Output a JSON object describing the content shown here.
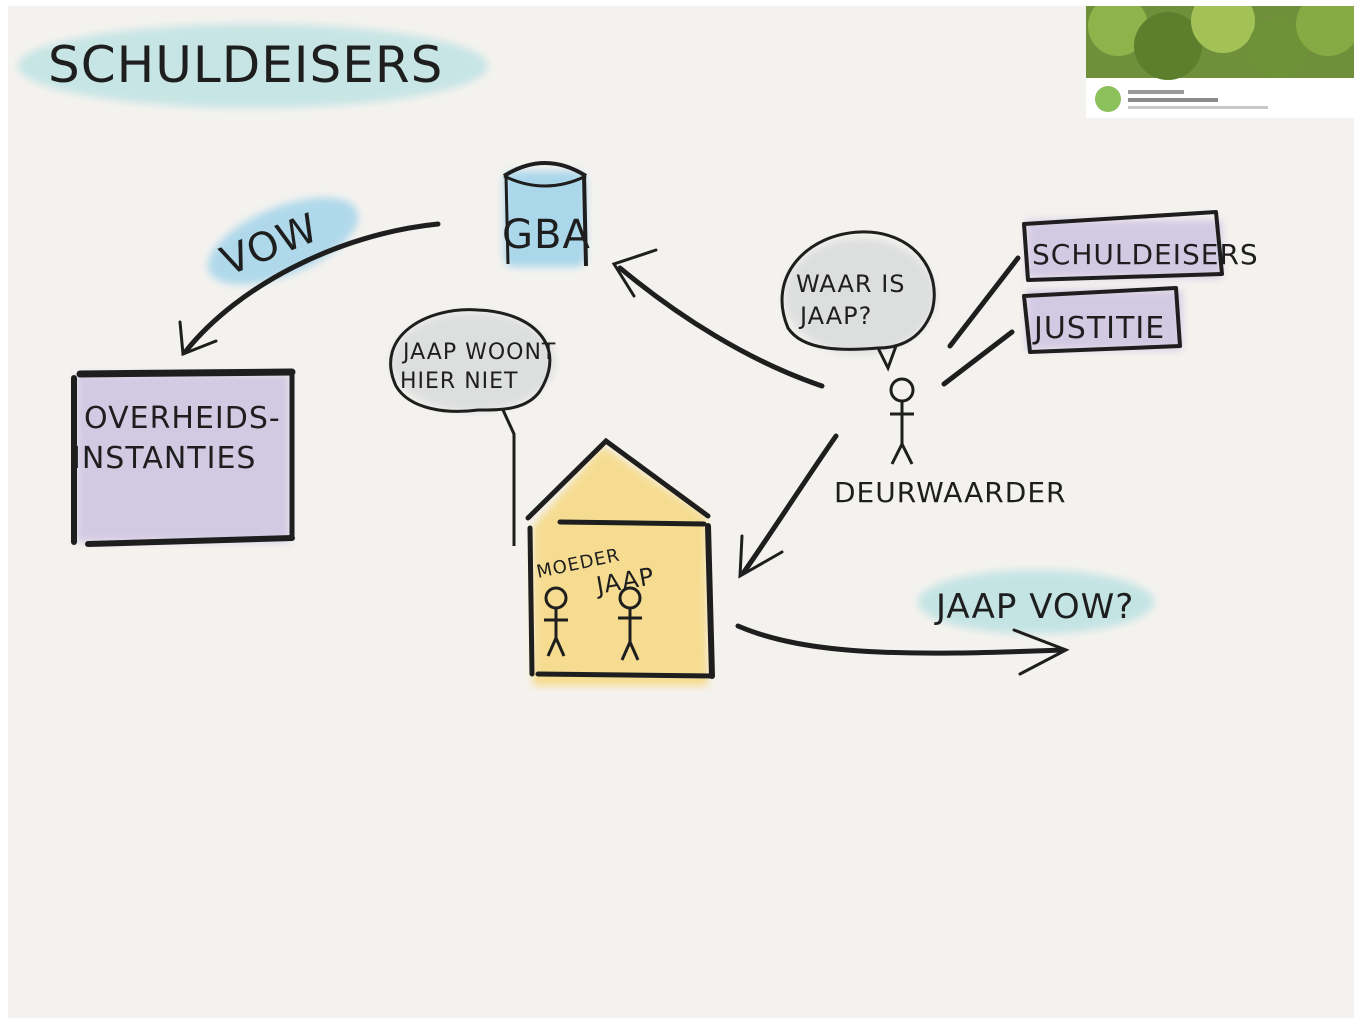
{
  "title": "SCHULDEISERS",
  "nodes": {
    "gba": "GBA",
    "overheid_line1": "OVERHEIDS-",
    "overheid_line2": "INSTANTIES",
    "schuldeisers_box": "SCHULDEISERS",
    "justitie_box": "JUSTITIE",
    "deurwaarder": "DEURWAARDER",
    "house_mother": "MOEDER",
    "house_jaap": "JAAP"
  },
  "labels": {
    "vow": "VOW",
    "jaap_vow": "JAAP VOW?"
  },
  "bubbles": {
    "deurwaarder_line1": "WAAR IS",
    "deurwaarder_line2": "JAAP?",
    "house_line1": "JAAP WOONT",
    "house_line2": "HIER NIET"
  },
  "colors": {
    "paper": "#f4f2ef",
    "ink": "#1e1e1e",
    "teal_wash": "#bfe3e3",
    "blue_wash": "#9fd3ea",
    "purple_wash": "#cfc6e2",
    "yellow_wash": "#f6d981",
    "grey_wash": "#d9dcdc"
  }
}
